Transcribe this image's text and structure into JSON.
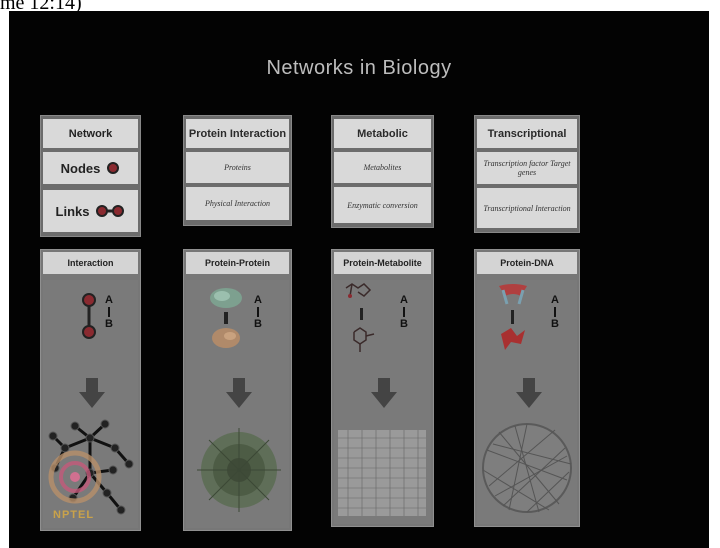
{
  "caption": "me 12:14)",
  "slide": {
    "title": "Networks in Biology",
    "header_columns": [
      {
        "head": "Network",
        "row1": "Nodes",
        "row2": "Links"
      },
      {
        "head": "Protein Interaction",
        "row1": "Proteins",
        "row2": "Physical Interaction"
      },
      {
        "head": "Metabolic",
        "row1": "Metabolites",
        "row2": "Enzymatic conversion"
      },
      {
        "head": "Transcriptional",
        "row1": "Transcription factor Target genes",
        "row2": "Transcriptional Interaction"
      }
    ],
    "panels": [
      {
        "title": "Interaction",
        "a": "A",
        "b": "B"
      },
      {
        "title": "Protein-Protein",
        "a": "A",
        "b": "B"
      },
      {
        "title": "Protein-Metabolite",
        "a": "A",
        "b": "B"
      },
      {
        "title": "Protein-DNA",
        "a": "A",
        "b": "B"
      }
    ],
    "logo_text": "NPTEL",
    "colors": {
      "background": "#030303",
      "panel": "#777777",
      "cell": "#d9d9d9",
      "node": "#8a2a30",
      "logo": "#c9a24a"
    }
  }
}
